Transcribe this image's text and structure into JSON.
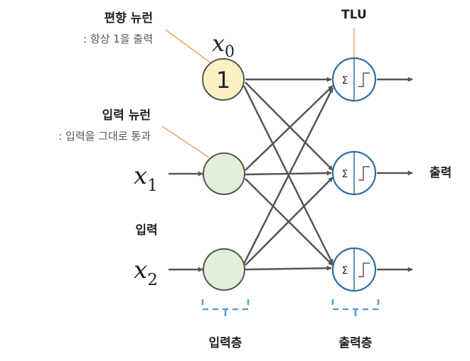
{
  "bias_neuron": {
    "title": "편향 뉴런",
    "desc": ": 항상 1을 출력",
    "value": "1",
    "var": "x",
    "sub": "0"
  },
  "input_neuron": {
    "title": "입력 뉴런",
    "desc": ": 입력을 그대로 통과"
  },
  "inputs": [
    {
      "var": "x",
      "sub": "1"
    },
    {
      "var": "x",
      "sub": "2"
    }
  ],
  "input_label": "입력",
  "tlu_label": "TLU",
  "sigma": "Σ",
  "output_label": "출력",
  "input_layer_label": "입력층",
  "output_layer_label": "출력층",
  "colors": {
    "bias_fill": "#fdf0c4",
    "input_fill": "#e2efd9",
    "tlu_stroke": "#2e6da4",
    "arrow": "#555555",
    "callout": "#e69138",
    "bracket": "#5b9bd5"
  }
}
